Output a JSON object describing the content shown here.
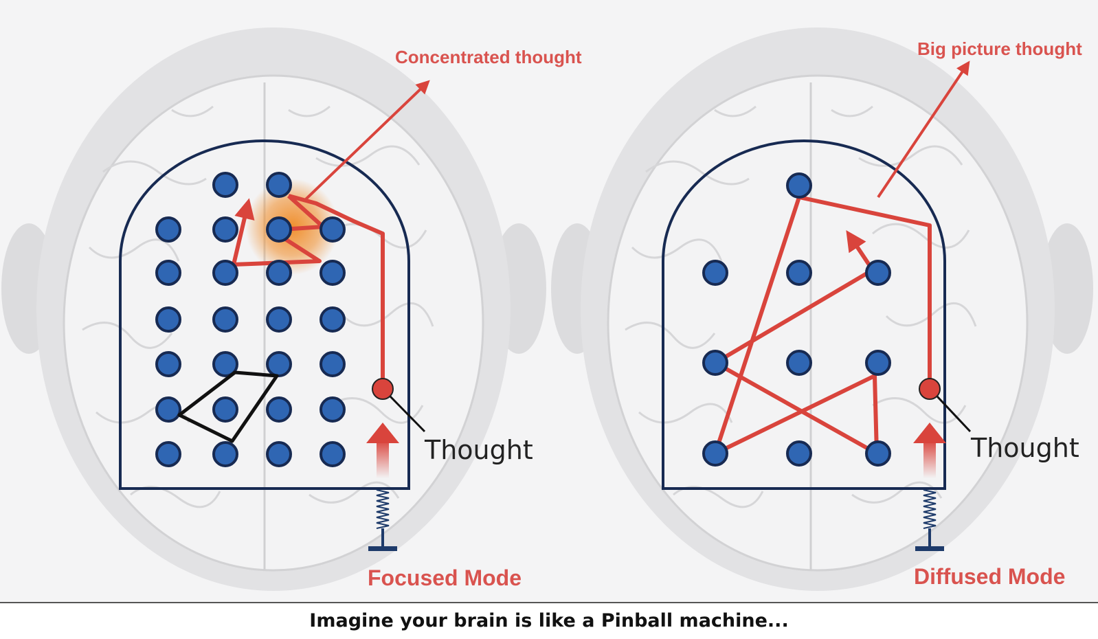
{
  "panels": [
    {
      "id": "focused",
      "mode_label": "Focused Mode",
      "output_label": "Concentrated thought",
      "thought_label": "Thought",
      "peg_columns": 4,
      "peg_rows": 6
    },
    {
      "id": "diffused",
      "mode_label": "Diffused Mode",
      "output_label": "Big picture thought",
      "thought_label": "Thought",
      "peg_columns": 3,
      "peg_rows": 3
    }
  ],
  "caption": "Imagine your brain is like a Pinball machine...",
  "colors": {
    "path": "#d9443c",
    "peg": "#2f66b3",
    "frame": "#172a52",
    "outline": "#111111",
    "label": "#d9534f"
  }
}
